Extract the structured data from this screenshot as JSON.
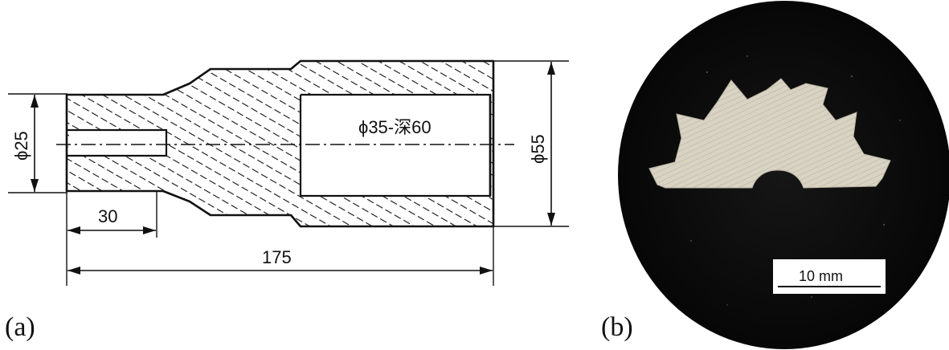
{
  "panel_a": {
    "tag": "(a)",
    "dims": {
      "dia_small": "ϕ25",
      "bore_length": "30",
      "total_length": "175",
      "dia_large": "ϕ55",
      "bore_note": "ϕ35-深60"
    }
  },
  "panel_b": {
    "tag": "(b)",
    "scale_bar": "10 mm"
  },
  "colors": {
    "line": "#111111",
    "photo_bg": "#0a0a0a",
    "gear_metal": "#d9d3c4"
  }
}
